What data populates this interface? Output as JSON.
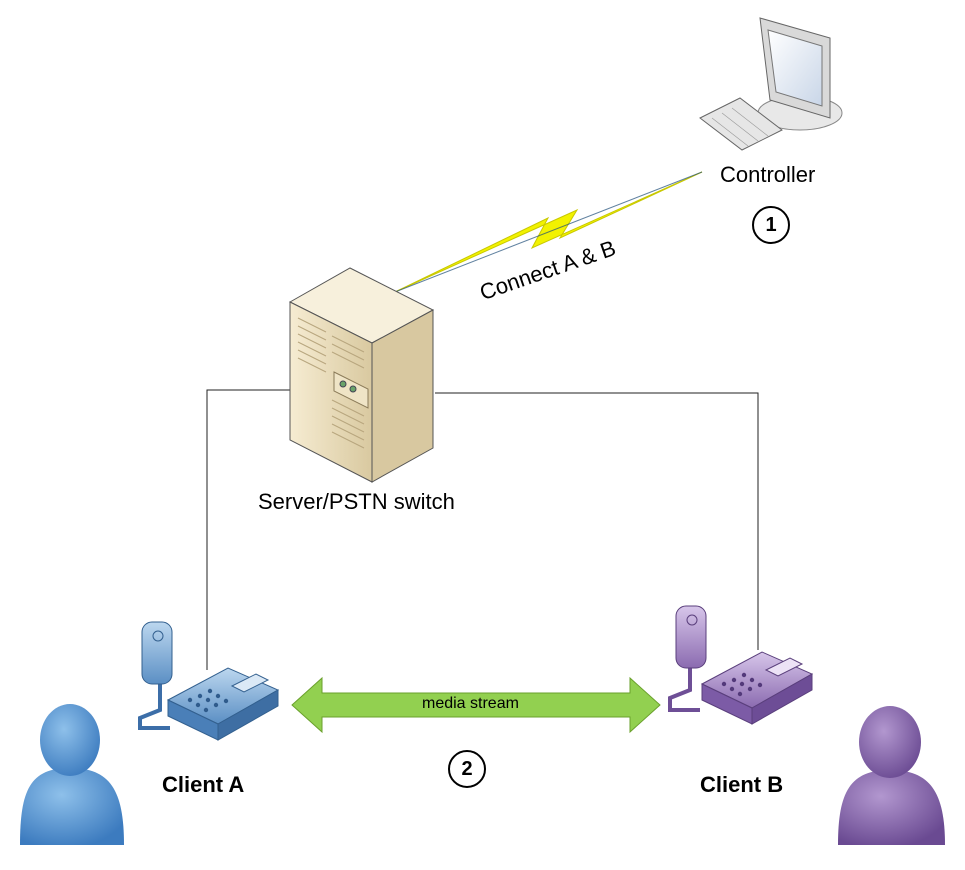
{
  "nodes": {
    "controller": {
      "label": "Controller",
      "icon": "desktop-computer-icon"
    },
    "server": {
      "label": "Server/PSTN switch",
      "icon": "server-tower-icon"
    },
    "client_a": {
      "label": "Client A",
      "icon": "person-icon",
      "phone_icon": "telephone-icon",
      "color": "#5a9bd5"
    },
    "client_b": {
      "label": "Client B",
      "icon": "person-icon",
      "phone_icon": "telephone-icon",
      "color": "#8e6bb0"
    }
  },
  "edges": {
    "control": {
      "label": "Connect A & B",
      "style": "lightning",
      "color": "#f0f000"
    },
    "media": {
      "label": "media stream",
      "style": "double-arrow",
      "color": "#92d050"
    }
  },
  "steps": [
    "1",
    "2"
  ]
}
